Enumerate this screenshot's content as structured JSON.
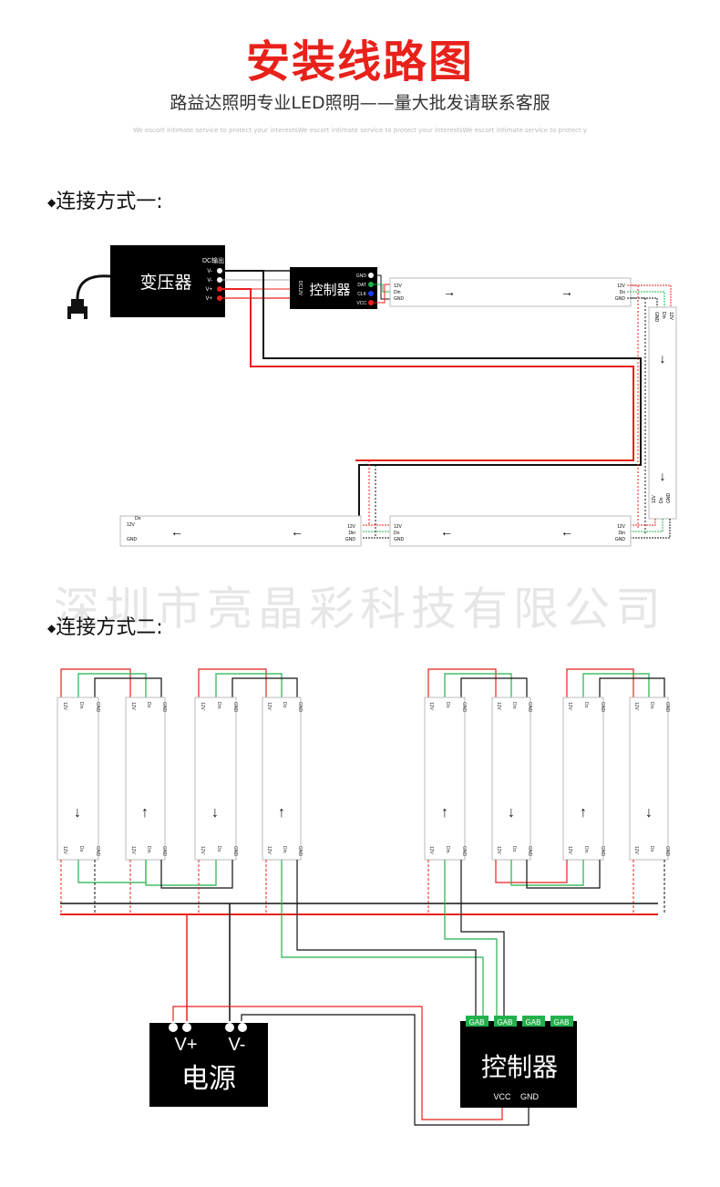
{
  "header": {
    "title": "安装线路图",
    "subtitle": "路益达照明专业LED照明——量大批发请联系客服",
    "tagline": "We escort intimate service to protect your interestsWe escort intimate service to protect your interestsWe escort intimate service to protect y"
  },
  "watermark": "深圳市亮晶彩科技有限公司",
  "method1": {
    "heading": "连接方式一:",
    "transformer_label": "变压器",
    "dc_label": "DC输出",
    "dc_pins": [
      "V-",
      "V-",
      "V+",
      "V+"
    ],
    "controller_label": "控制器",
    "controller_side": "DC12V",
    "controller_pins": [
      "GND",
      "DAT",
      "CLK",
      "VCC"
    ],
    "strip_pins_in": [
      "12V",
      "Din",
      "GND"
    ],
    "strip_pins_out": [
      "12V",
      "Do",
      "GND"
    ],
    "last_strip_pins": [
      "12V",
      "GND"
    ],
    "last_strip_do": "Do",
    "vertical_top_pins": [
      "GND",
      "Din",
      "12V"
    ],
    "vertical_bottom_pins": [
      "12V",
      "Do",
      "GND"
    ]
  },
  "method2": {
    "heading": "连接方式二:",
    "strip_top_a": [
      "12V",
      "Din",
      "GND"
    ],
    "strip_top_b": [
      "12V",
      "Do",
      "GND"
    ],
    "strip_bot_a": [
      "12V",
      "Do",
      "GND"
    ],
    "strip_bot_b": [
      "12V",
      "Din",
      "GND"
    ],
    "power_label": "电源",
    "power_pos": "V+",
    "power_neg": "V-",
    "controller_label": "控制器",
    "controller_ports": [
      "GAB",
      "GAB",
      "GAB",
      "GAB"
    ],
    "vcc": "VCC",
    "gnd": "GND"
  },
  "colors": {
    "red": "#e8211b",
    "green": "#22b14c",
    "blue": "#1e3cff",
    "black": "#111111"
  }
}
